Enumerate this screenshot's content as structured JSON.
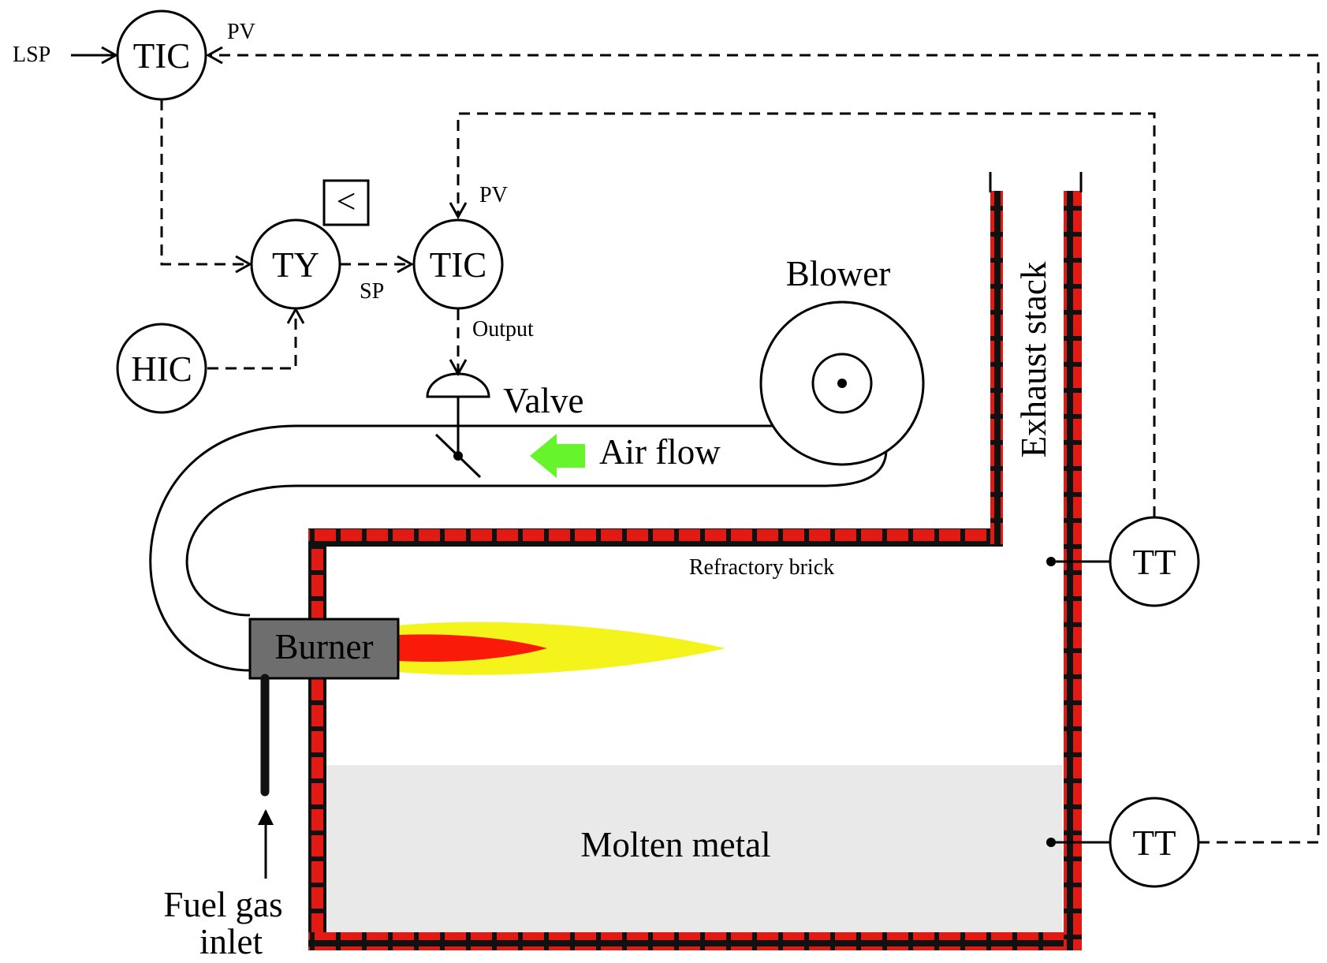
{
  "instruments": {
    "tic_top": "TIC",
    "lsp": "LSP",
    "pv_top": "PV",
    "ty": "TY",
    "selector": "<",
    "tic_mid": "TIC",
    "pv_mid": "PV",
    "sp": "SP",
    "output": "Output",
    "hic": "HIC",
    "tt_upper": "TT",
    "tt_lower": "TT"
  },
  "labels": {
    "valve": "Valve",
    "blower": "Blower",
    "air_flow": "Air flow",
    "exhaust_stack": "Exhaust stack",
    "refractory_brick": "Refractory brick",
    "burner": "Burner",
    "molten_metal": "Molten metal",
    "fuel_gas_line1": "Fuel gas",
    "fuel_gas_line2": "inlet"
  },
  "colors": {
    "brick": "#e11a13",
    "mortar": "#111111",
    "burner_body": "#6e6e6e",
    "flame_outer": "#f4f41c",
    "flame_inner": "#fa1a0a",
    "molten_metal": "#e9e9e9",
    "air_arrow": "#66f52c"
  }
}
